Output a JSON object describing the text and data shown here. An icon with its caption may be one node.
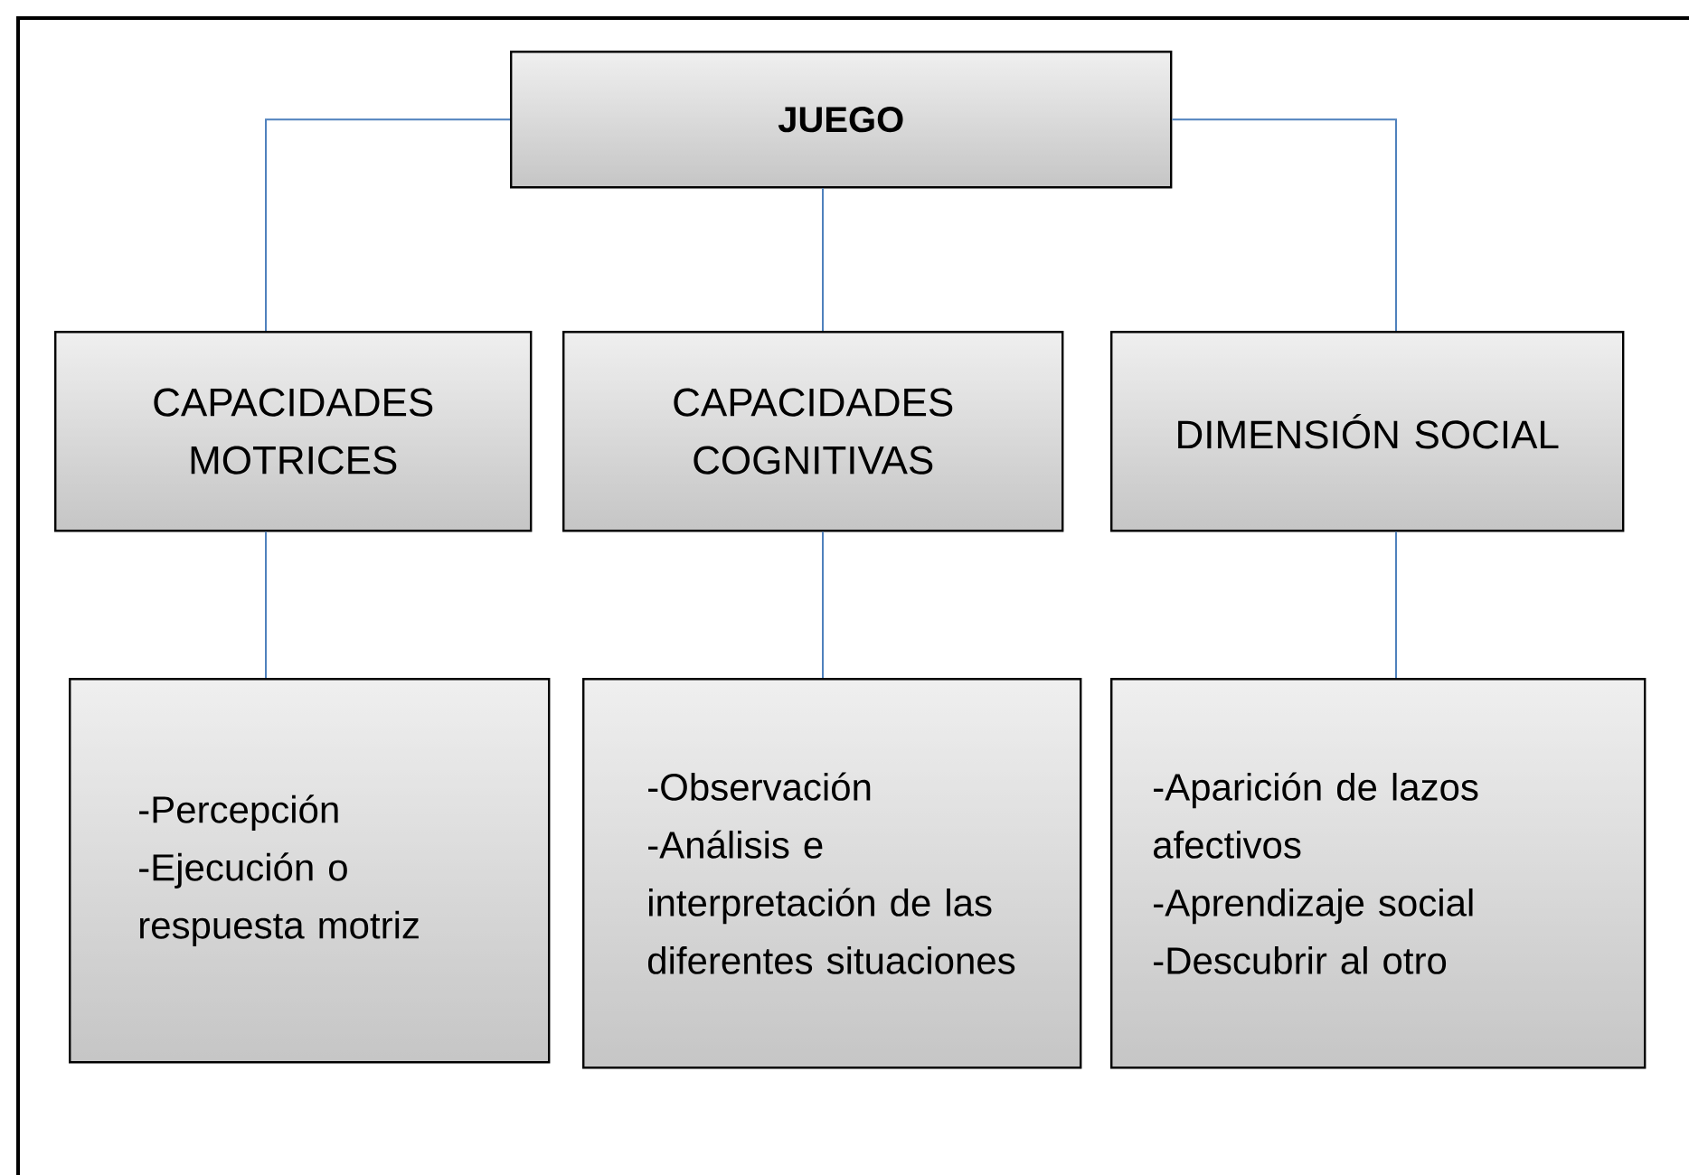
{
  "diagram": {
    "nodes": [
      {
        "text": [
          "JUEGO"
        ]
      },
      {
        "text": [
          "CAPACIDADES MOTRICES"
        ]
      },
      {
        "text": [
          "CAPACIDADES COGNITIVAS"
        ]
      },
      {
        "text": [
          "DIMENSIÓN SOCIAL"
        ]
      },
      {
        "text": [
          "-Percepción",
          "-Ejecución o respuesta motriz"
        ]
      },
      {
        "text": [
          "-Observación",
          "-Análisis e interpretación de las diferentes situaciones"
        ]
      },
      {
        "text": [
          "-Aparición de lazos afectivos",
          "-Aprendizaje social",
          "-Descubrir al otro"
        ]
      }
    ],
    "edges": [
      {
        "from": 0,
        "to": 1,
        "arrow": "none"
      },
      {
        "from": 0,
        "to": 2,
        "arrow": "none"
      },
      {
        "from": 0,
        "to": 3,
        "arrow": "none"
      },
      {
        "from": 1,
        "to": 4,
        "arrow": "none"
      },
      {
        "from": 2,
        "to": 5,
        "arrow": "none"
      },
      {
        "from": 3,
        "to": 6,
        "arrow": "none"
      }
    ]
  }
}
